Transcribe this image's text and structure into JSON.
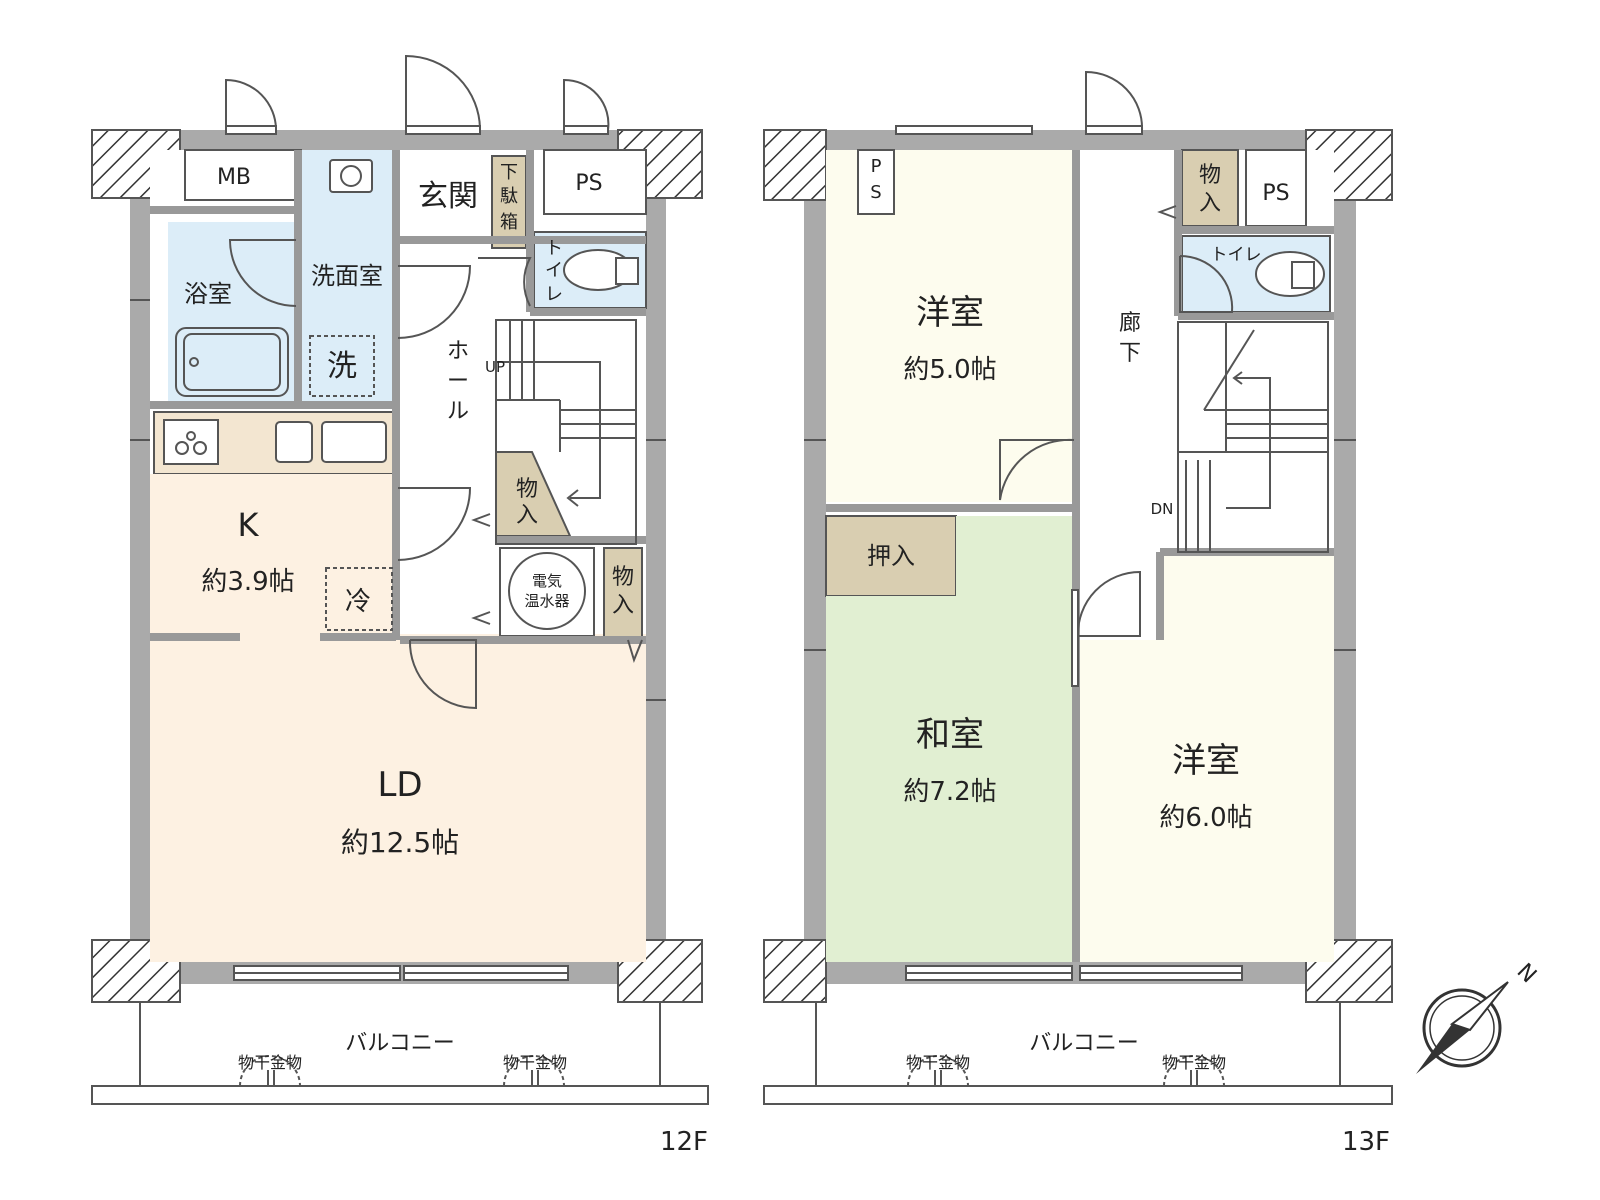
{
  "floor12": {
    "floor_label": "12F",
    "mb": "MB",
    "ps": "PS",
    "genkan": "玄関",
    "shoe_box": [
      "下",
      "駄",
      "箱"
    ],
    "toilet": [
      "ト",
      "イ",
      "レ"
    ],
    "bath": "浴室",
    "washroom": "洗面室",
    "washer": "洗",
    "hall": [
      "ホ",
      "ー",
      "ル"
    ],
    "up": "UP",
    "storage_a": [
      "物",
      "入"
    ],
    "storage_b": [
      "物",
      "入"
    ],
    "water_heater": [
      "電気",
      "温水器"
    ],
    "kitchen": {
      "name": "K",
      "area": "約3.9帖"
    },
    "fridge": "冷",
    "ld": {
      "name": "LD",
      "area": "約12.5帖"
    },
    "balcony": "バルコニー",
    "hanger_a": "物干金物",
    "hanger_b": "物干金物"
  },
  "floor13": {
    "floor_label": "13F",
    "ps_left": [
      "P",
      "S"
    ],
    "ps_right": "PS",
    "storage": [
      "物",
      "入"
    ],
    "toilet": "トイレ",
    "corridor": [
      "廊",
      "下"
    ],
    "dn": "DN",
    "western1": {
      "name": "洋室",
      "area": "約5.0帖"
    },
    "oshiire": "押入",
    "japanese": {
      "name": "和室",
      "area": "約7.2帖"
    },
    "western2": {
      "name": "洋室",
      "area": "約6.0帖"
    },
    "balcony": "バルコニー",
    "hanger_a": "物干金物",
    "hanger_b": "物干金物"
  },
  "compass": {
    "north_label": "N"
  },
  "colors": {
    "wall": "#aaaaaa",
    "wet": "#dcedf8",
    "ld": "#fdf1e2",
    "storage": "#d9ceb1",
    "western": "#fdfcee",
    "japanese": "#e1efd2"
  }
}
